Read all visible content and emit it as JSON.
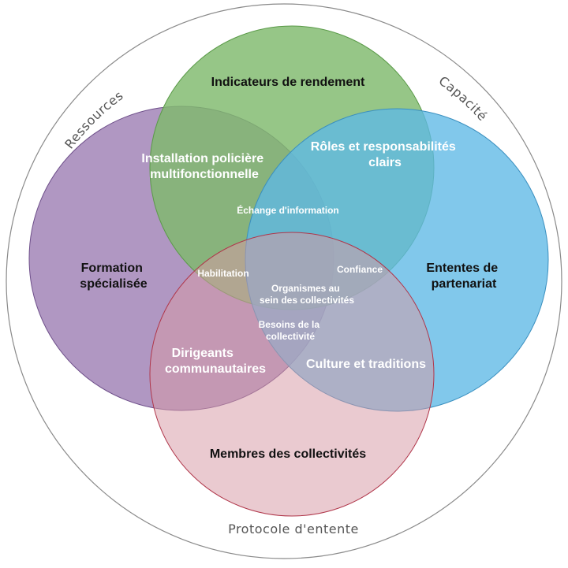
{
  "outer": {
    "bottom_label": "Protocole d'entente",
    "left_label": "Ressources",
    "right_label": "Capacité"
  },
  "circles": {
    "top": {
      "title": "Indicateurs de rendement",
      "color": "#7fba6c"
    },
    "left": {
      "title_line1": "Formation",
      "title_line2": "spécialisée",
      "color": "#a98ebd"
    },
    "right": {
      "title_line1": "Ententes de",
      "title_line2": "partenariat",
      "color": "#5eb9e6"
    },
    "bottom": {
      "title": "Membres des collectivités",
      "color": "#dfb5bb"
    }
  },
  "overlaps": {
    "top_left_line1": "Installation policière",
    "top_left_line2": "multifonctionnelle",
    "top_right_line1": "Rôles et responsabilités",
    "top_right_line2": "clairs",
    "top_left_right": "Échange d'information",
    "top_left_bottom": "Habilitation",
    "top_right_bottom": "Confiance",
    "center_line1": "Organismes au",
    "center_line2": "sein des collectivités",
    "left_right_bottom_line1": "Besoins de la",
    "left_right_bottom_line2": "collectivité",
    "left_bottom_line1": "Dirigeants",
    "left_bottom_line2": "communautaires",
    "right_bottom": "Culture et traditions"
  }
}
